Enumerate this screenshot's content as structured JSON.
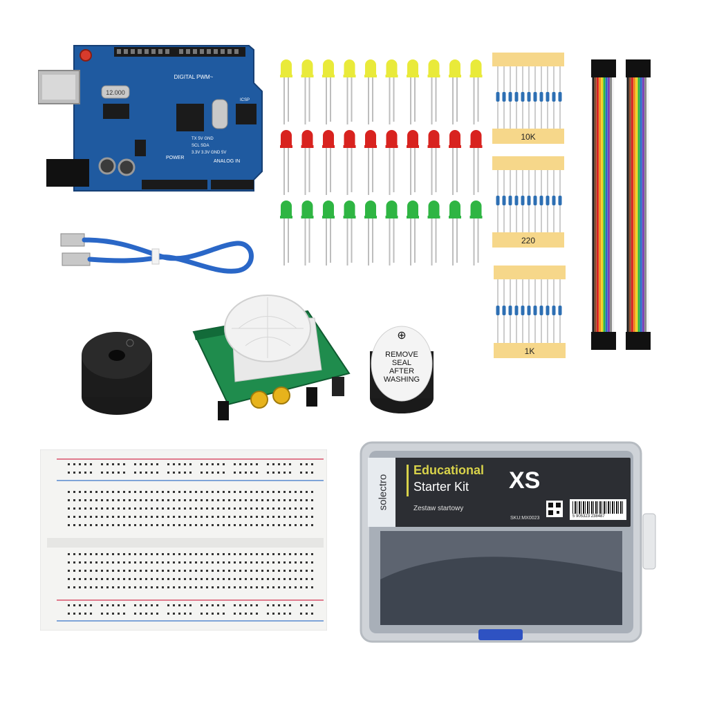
{
  "arduino": {
    "text_digital": "DIGITAL PWM~",
    "text_power": "POWER",
    "text_analog": "ANALOG IN",
    "crystal": "12.000",
    "text_icsp": "ICSP",
    "text_txrx": "TX 5V GND",
    "text_scl_sda": "SCL SDA",
    "text_volt": "3.3V 3.3V GND 5V"
  },
  "resistors": {
    "label_1": "10K",
    "label_2": "220",
    "label_3": "1K"
  },
  "buzzer_sticker": {
    "line1": "REMOVE",
    "line2": "SEAL",
    "line3": "AFTER",
    "line4": "WASHING",
    "symbol": "⊕"
  },
  "kit_box": {
    "brand": "solectro",
    "title_line1": "Educational",
    "title_line2": "Starter Kit",
    "badge": "XS",
    "subtitle": "Zestaw startowy",
    "sku": "SKU:MX0023",
    "barcode_digits": "5 905323 238487"
  },
  "colors": {
    "led_yellow": "#e9ea3a",
    "led_red": "#d8231f",
    "led_green": "#2fb543",
    "pcb_blue": "#1f5aa0",
    "resistor_tape": "#f6d78a",
    "box_label": "#2c2e33",
    "box_title": "#d8d24a"
  }
}
